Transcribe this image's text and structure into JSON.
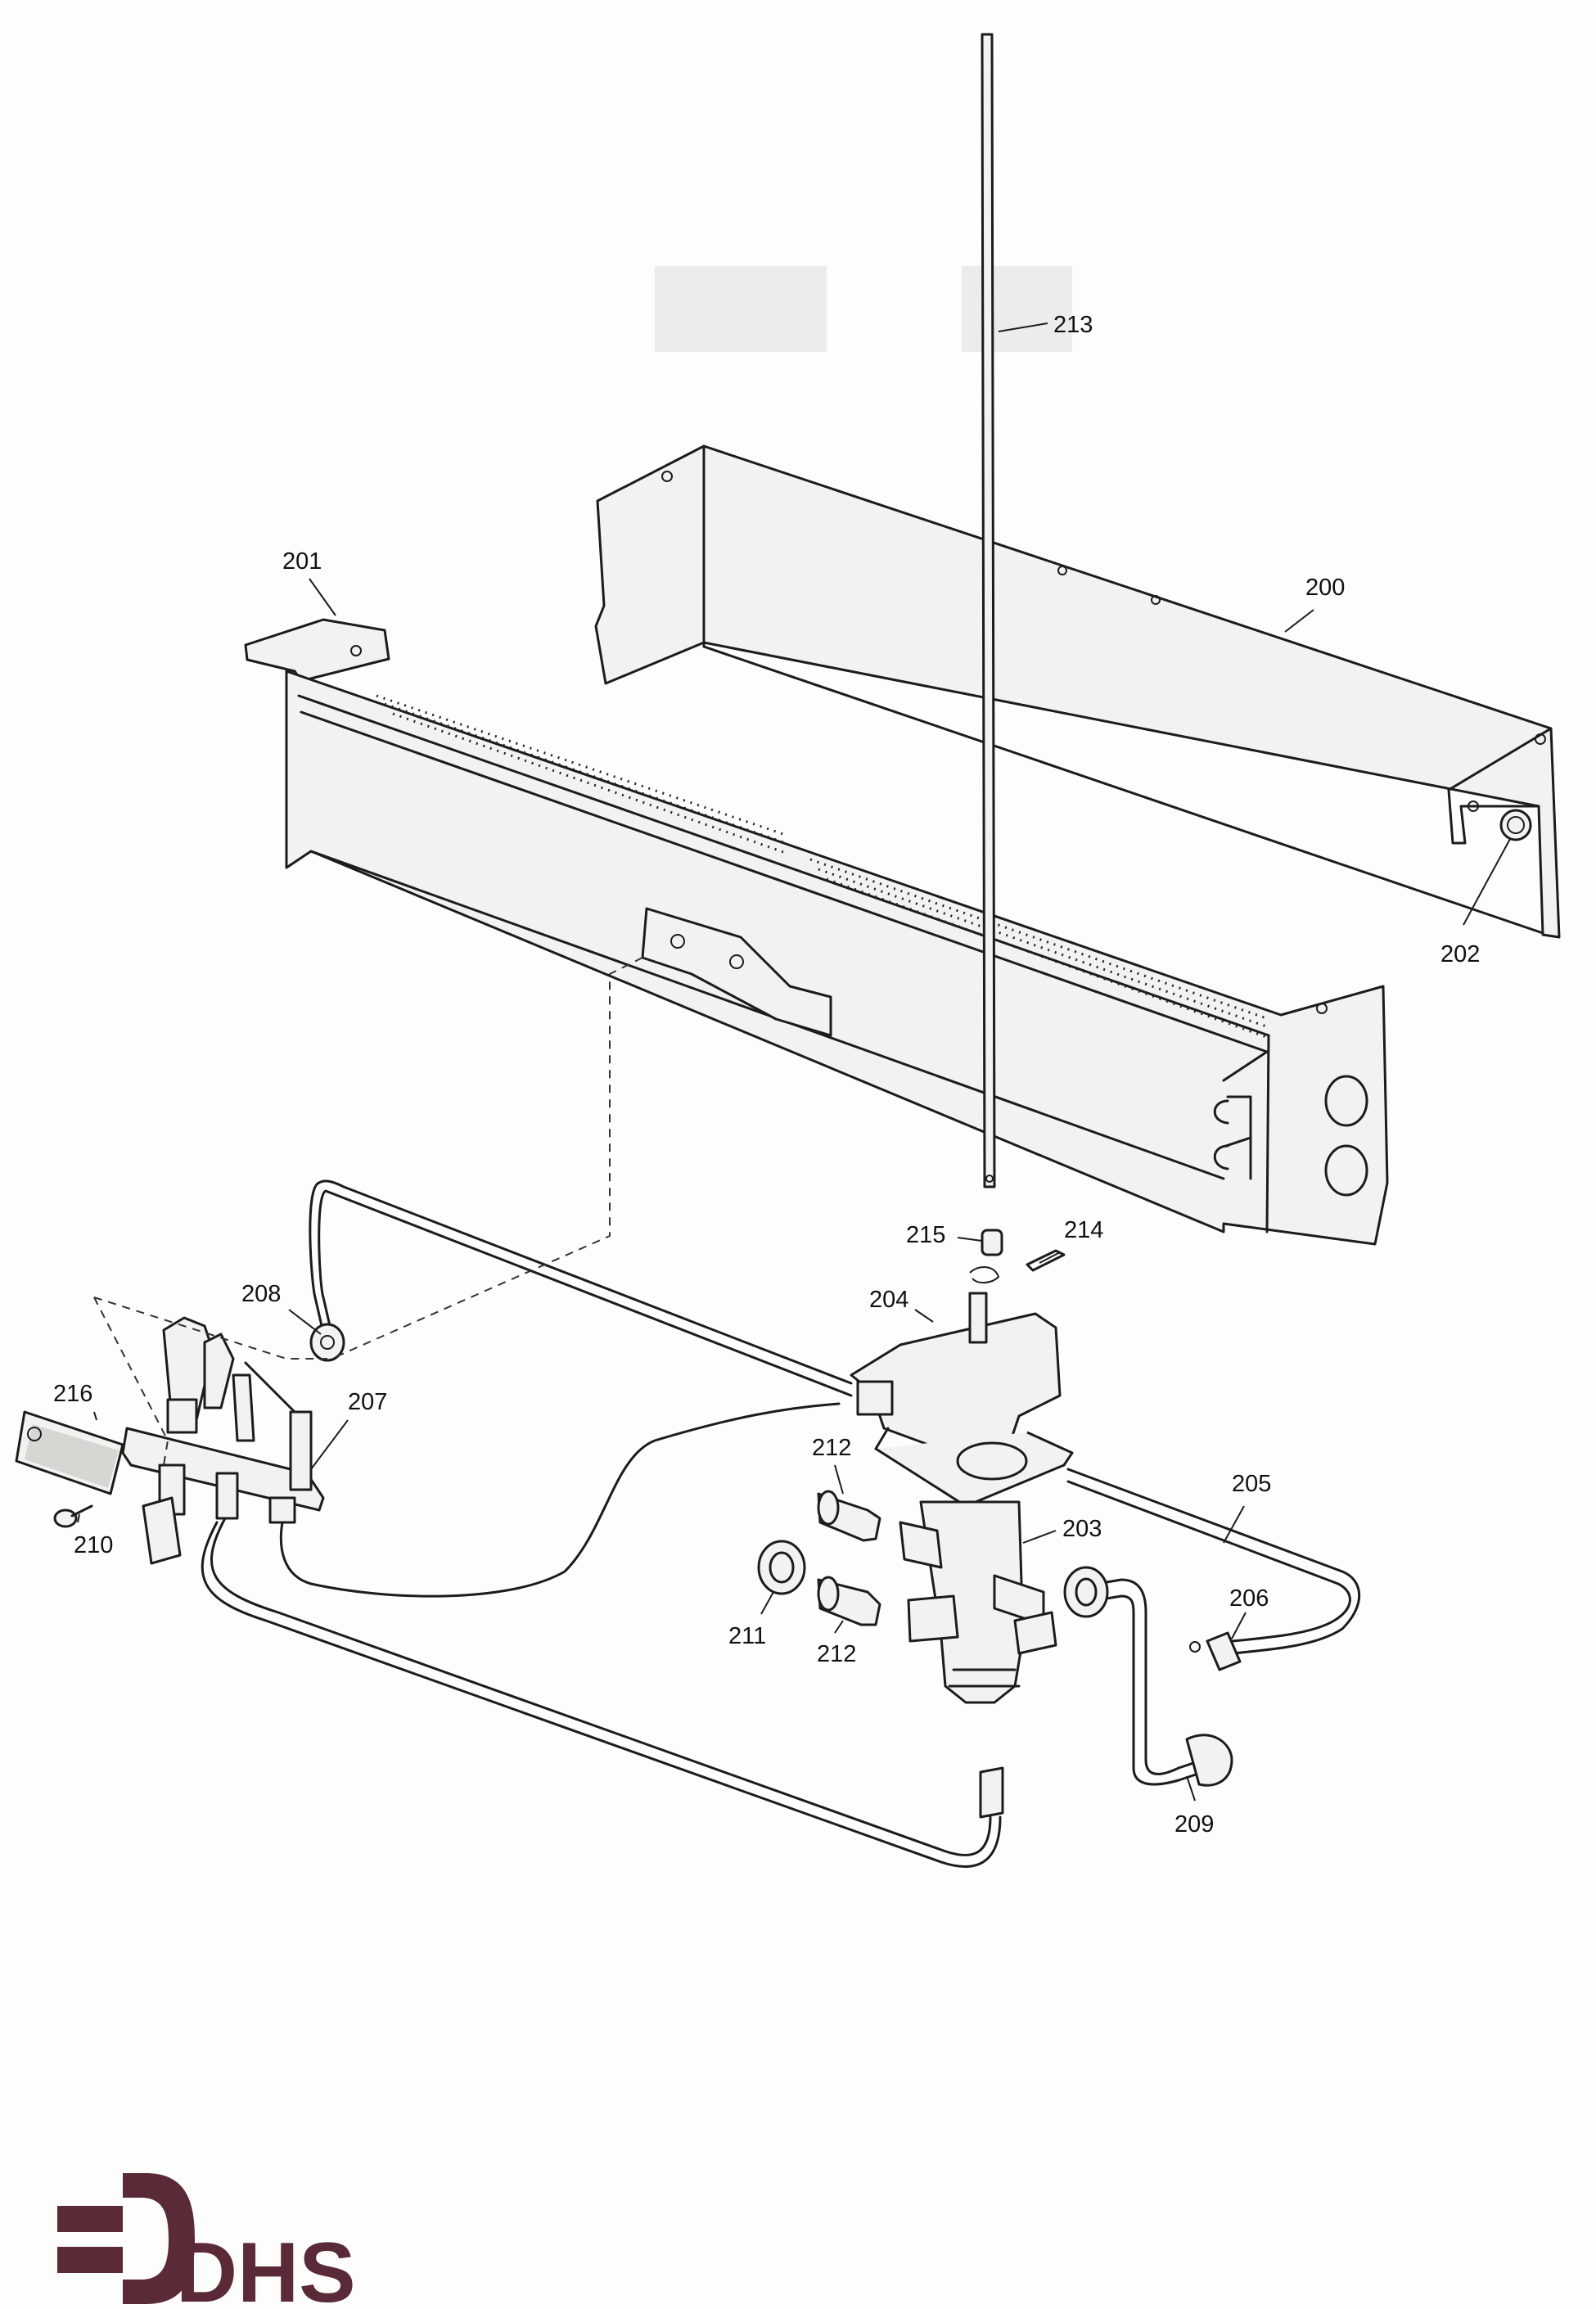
{
  "callouts": [
    {
      "id": "213",
      "label": "213"
    },
    {
      "id": "201",
      "label": "201"
    },
    {
      "id": "200",
      "label": "200"
    },
    {
      "id": "202",
      "label": "202"
    },
    {
      "id": "215",
      "label": "215"
    },
    {
      "id": "214",
      "label": "214"
    },
    {
      "id": "208",
      "label": "208"
    },
    {
      "id": "204",
      "label": "204"
    },
    {
      "id": "216",
      "label": "216"
    },
    {
      "id": "207",
      "label": "207"
    },
    {
      "id": "212a",
      "label": "212"
    },
    {
      "id": "205",
      "label": "205"
    },
    {
      "id": "203",
      "label": "203"
    },
    {
      "id": "210",
      "label": "210"
    },
    {
      "id": "206",
      "label": "206"
    },
    {
      "id": "211",
      "label": "211"
    },
    {
      "id": "212b",
      "label": "212"
    },
    {
      "id": "209",
      "label": "209"
    }
  ],
  "logo": {
    "text": "DHS",
    "color": "#5a2a36"
  },
  "colors": {
    "line": "#1c1c1c",
    "paper": "#fdfdfb"
  }
}
